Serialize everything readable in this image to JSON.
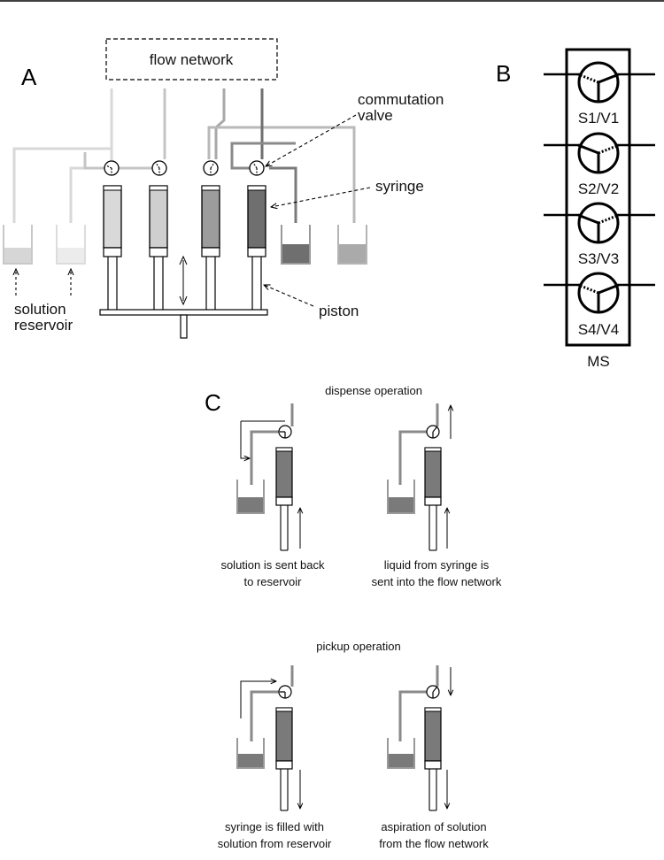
{
  "panels": {
    "a": "A",
    "b": "B",
    "c": "C"
  },
  "panel_a": {
    "flow_network": "flow network",
    "commutation_valve_line1": "commutation",
    "commutation_valve_line2": "valve",
    "syringe": "syringe",
    "piston": "piston",
    "solution_reservoir_line1": "solution",
    "solution_reservoir_line2": "reservoir"
  },
  "panel_b": {
    "valves": [
      "S1/V1",
      "S2/V2",
      "S3/V3",
      "S4/V4"
    ],
    "caption": "MS"
  },
  "panel_c": {
    "dispense_title": "dispense operation",
    "pickup_title": "pickup operation",
    "captions": {
      "dispense_left": [
        "solution is sent back",
        "to reservoir"
      ],
      "dispense_right": [
        "liquid from syringe is",
        "sent into the flow network"
      ],
      "pickup_left": [
        "syringe is filled with",
        "solution from reservoir"
      ],
      "pickup_right": [
        "aspiration of solution",
        "from the flow network"
      ]
    }
  },
  "colors": {
    "tube_light": "#d8d8d8",
    "tube_mid": "#b9b9b9",
    "tube_dark": "#8a8a8a",
    "tube_darker": "#707070",
    "syringe_fill_dark": "#7a7a7a",
    "outline": "#000000"
  }
}
